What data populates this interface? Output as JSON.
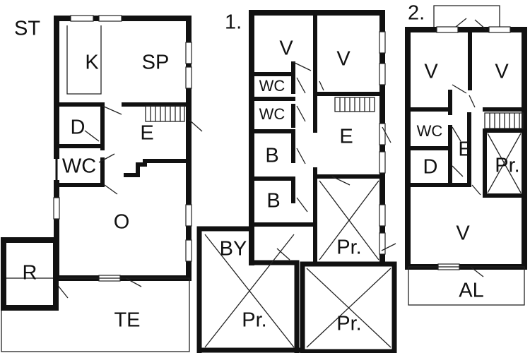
{
  "floors": [
    {
      "title": "ST",
      "rooms": [
        "K",
        "SP",
        "D",
        "E",
        "WC",
        "O",
        "R",
        "TE"
      ]
    },
    {
      "title": "1.",
      "rooms": [
        "V",
        "V",
        "WC",
        "WC",
        "E",
        "B",
        "B",
        "Pr.",
        "BY",
        "Pr.",
        "Pr."
      ]
    },
    {
      "title": "2.",
      "rooms": [
        "V",
        "V",
        "WC",
        "E",
        "D",
        "Pr.",
        "V",
        "AL"
      ]
    }
  ]
}
